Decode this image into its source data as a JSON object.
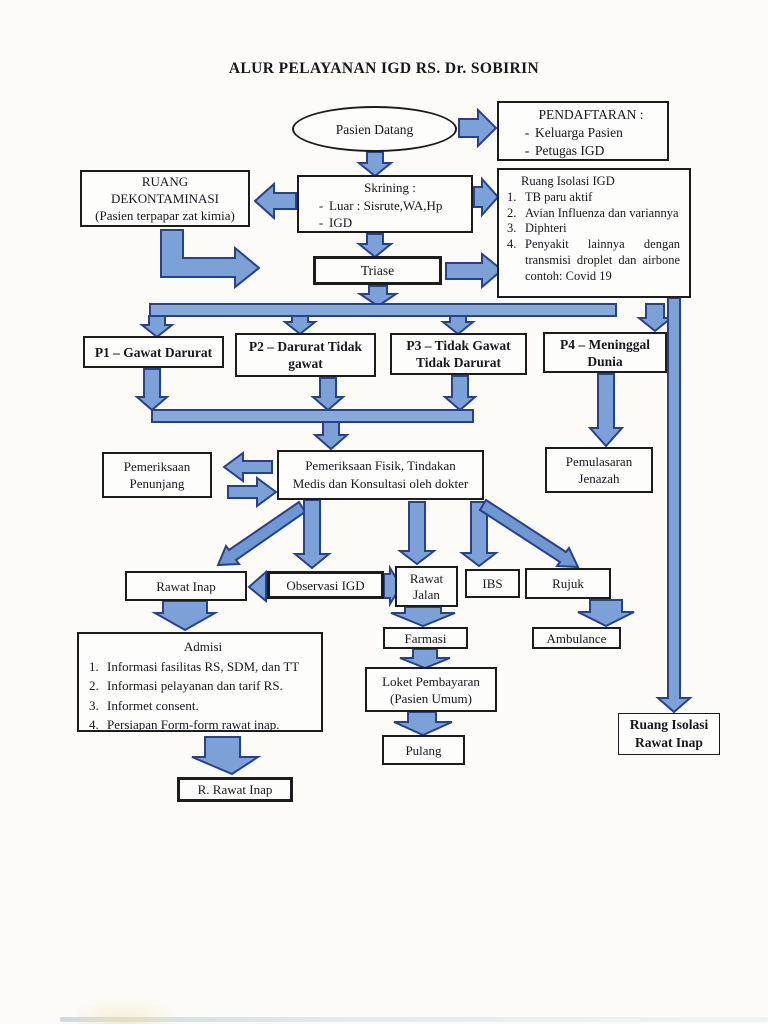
{
  "page": {
    "title": "ALUR PELAYANAN IGD RS. Dr. SOBIRIN"
  },
  "colors": {
    "arrow_fill": "#7ba1d7",
    "arrow_outline": "#27418f",
    "box_border": "#1c1c1c",
    "paper": "#fcfbf8"
  },
  "nodes": {
    "pasien_datang": {
      "label": "Pasien Datang"
    },
    "pendaftaran": {
      "title": "PENDAFTARAN :",
      "items": [
        {
          "bullet": "-",
          "text": "Keluarga Pasien"
        },
        {
          "bullet": "-",
          "text": "Petugas IGD"
        }
      ]
    },
    "dekontaminasi": {
      "line1": "RUANG",
      "line2": "DEKONTAMINASI",
      "line3": "(Pasien terpapar zat kimia)"
    },
    "skrining": {
      "title": "Skrining :",
      "items": [
        {
          "bullet": "-",
          "text": "Luar : Sisrute,WA,Hp"
        },
        {
          "bullet": "-",
          "text": "IGD"
        }
      ]
    },
    "ruang_isolasi_igd": {
      "title": "Ruang Isolasi IGD",
      "items": [
        {
          "num": "1.",
          "text": "TB paru aktif"
        },
        {
          "num": "2.",
          "text": "Avian Influenza dan variannya"
        },
        {
          "num": "3.",
          "text": "Diphteri"
        },
        {
          "num": "4.",
          "text": "Penyakit lainnya dengan transmisi droplet dan airbone contoh: Covid 19"
        }
      ]
    },
    "triase": {
      "label": "Triase"
    },
    "p1": {
      "label": "P1 – Gawat Darurat"
    },
    "p2": {
      "line1": "P2 – Darurat Tidak",
      "line2": "gawat"
    },
    "p3": {
      "line1": "P3 – Tidak Gawat",
      "line2": "Tidak Darurat"
    },
    "p4": {
      "line1": "P4 – Meninggal",
      "line2": "Dunia"
    },
    "pemeriksaan_penunjang": {
      "line1": "Pemeriksaan",
      "line2": "Penunjang"
    },
    "pemeriksaan_fisik": {
      "line1": "Pemeriksaan Fisik, Tindakan",
      "line2": "Medis dan Konsultasi oleh dokter"
    },
    "pemulasaran": {
      "line1": "Pemulasaran",
      "line2": "Jenazah"
    },
    "rawat_inap": {
      "label": "Rawat Inap"
    },
    "observasi_igd": {
      "label": "Observasi IGD"
    },
    "rawat_jalan": {
      "line1": "Rawat",
      "line2": "Jalan"
    },
    "ibs": {
      "label": "IBS"
    },
    "rujuk": {
      "label": "Rujuk"
    },
    "ambulance": {
      "label": "Ambulance"
    },
    "admisi": {
      "title": "Admisi",
      "items": [
        {
          "num": "1.",
          "text": "Informasi fasilitas RS, SDM, dan TT"
        },
        {
          "num": "2.",
          "text": "Informasi pelayanan dan tarif  RS."
        },
        {
          "num": "3.",
          "text": "Informet consent."
        },
        {
          "num": "4.",
          "text": "Persiapan Form-form rawat inap."
        }
      ]
    },
    "farmasi": {
      "label": "Farmasi"
    },
    "loket": {
      "line1": "Loket Pembayaran",
      "line2": "(Pasien Umum)"
    },
    "pulang": {
      "label": "Pulang"
    },
    "r_rawat_inap": {
      "label": "R. Rawat Inap"
    },
    "ruang_isolasi_rawat_inap": {
      "line1": "Ruang Isolasi",
      "line2": "Rawat Inap"
    }
  }
}
